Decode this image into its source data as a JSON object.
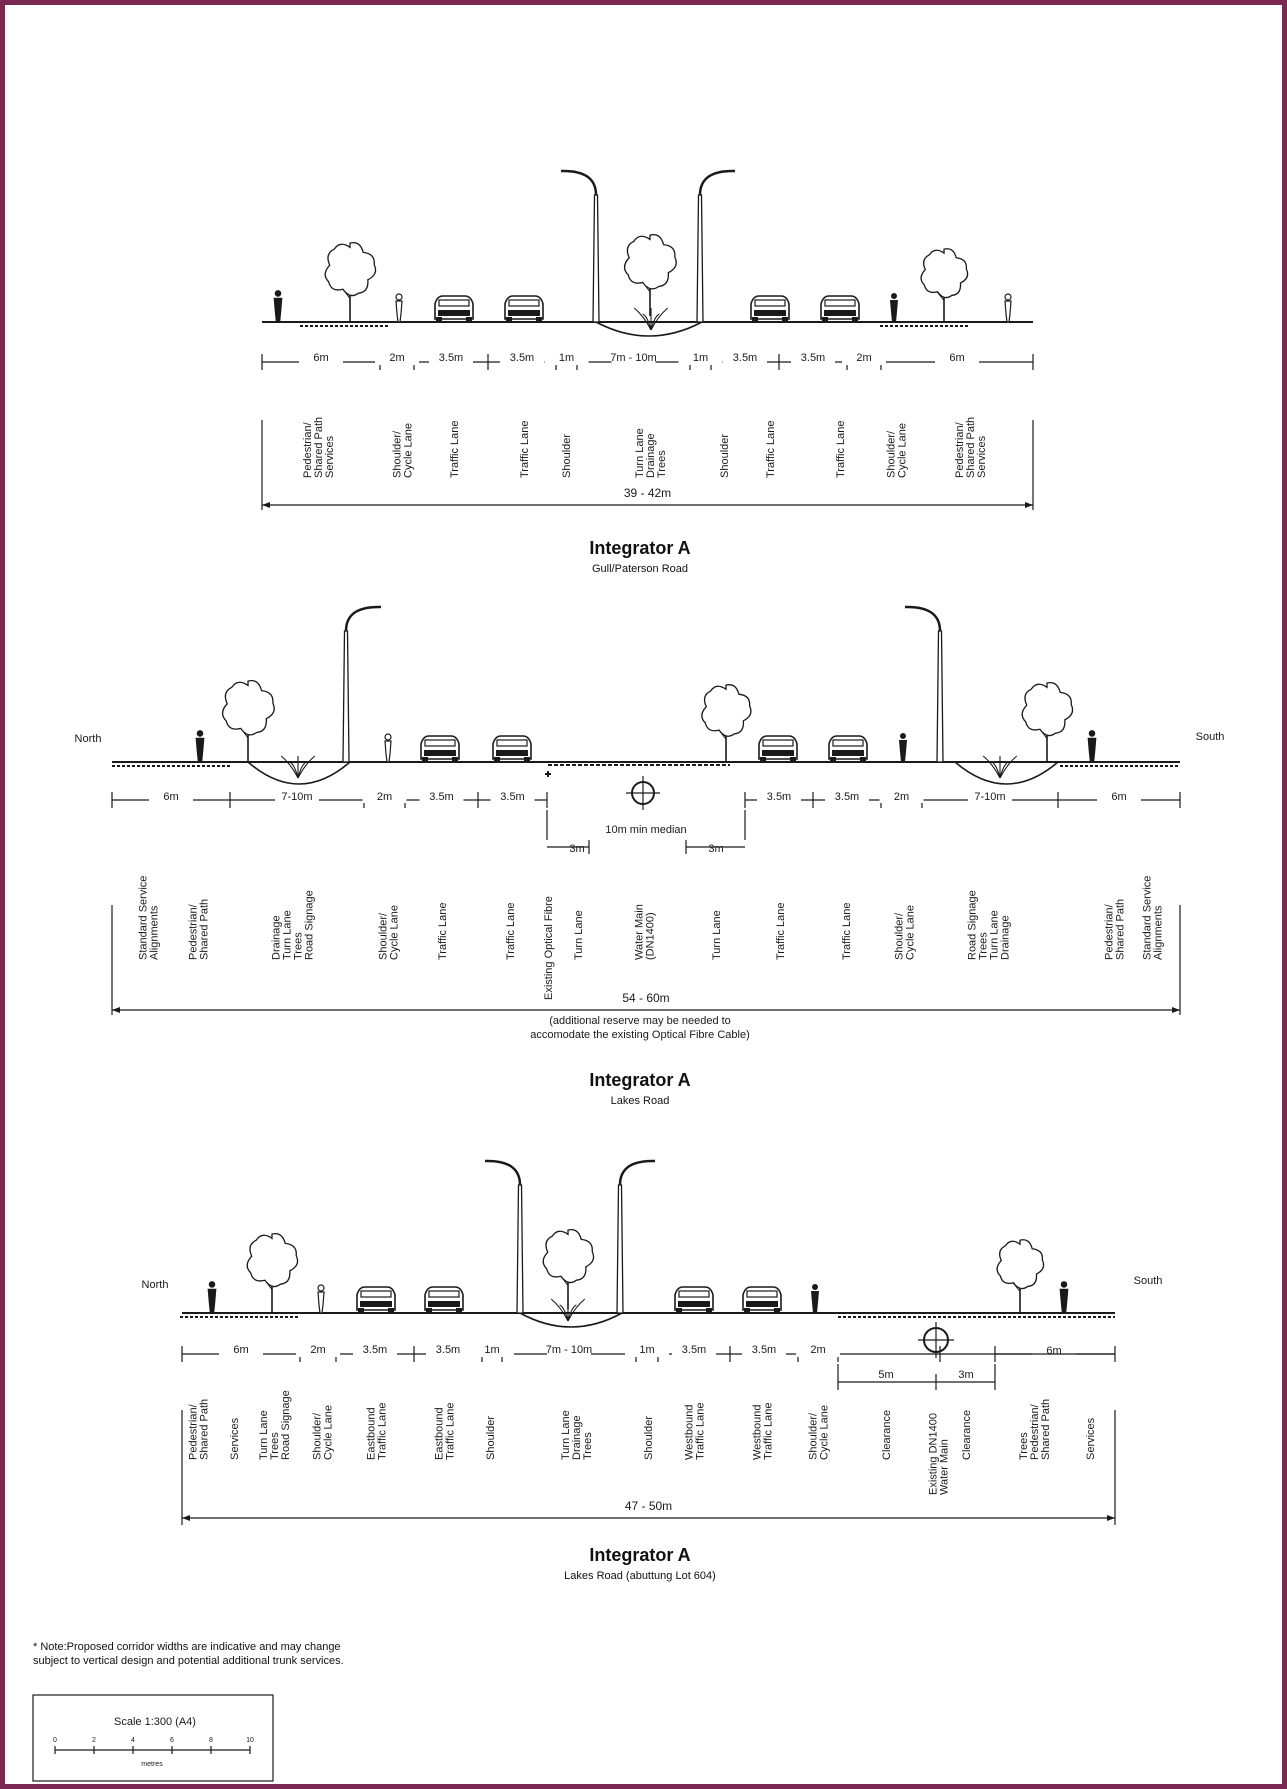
{
  "colors": {
    "border": "#7a2a52",
    "ink": "#1a1a1a"
  },
  "sections": [
    {
      "title": "Integrator A",
      "subtitle": "Gull/Paterson Road",
      "dims": [
        "6m",
        "2m",
        "3.5m",
        "3.5m",
        "1m",
        "7m - 10m",
        "1m",
        "3.5m",
        "3.5m",
        "2m",
        "6m"
      ],
      "labels": [
        "Pedestrian/\nShared Path\nServices",
        "Shoulder/\nCycle Lane",
        "Traffic Lane",
        "Traffic Lane",
        "Shoulder",
        "Turn Lane\nDrainage\nTrees",
        "Shoulder",
        "Traffic Lane",
        "Traffic Lane",
        "Shoulder/\nCycle Lane",
        "Pedestrian/\nShared Path\nServices"
      ],
      "total": "39 - 42m"
    },
    {
      "title": "Integrator A",
      "subtitle": "Lakes Road",
      "north": "North",
      "south": "South",
      "dims": [
        "6m",
        "7-10m",
        "2m",
        "3.5m",
        "3.5m",
        "3.5m",
        "3.5m",
        "2m",
        "7-10m",
        "6m"
      ],
      "median": "10m min median",
      "median_sub": [
        "3m",
        "3m"
      ],
      "labels": [
        "Standard Service\nAlignments",
        "Pedestrian/\nShared Path",
        "Drainage\nTurn Lane\nTrees\nRoad Signage",
        "Shoulder/\nCycle Lane",
        "Traffic Lane",
        "Traffic Lane",
        "Existing Optical Fibre",
        "Turn Lane",
        "Water Main\n(DN1400)",
        "Turn Lane",
        "Traffic Lane",
        "Traffic Lane",
        "Shoulder/\nCycle Lane",
        "Road Signage\nTrees\nTurn Lane\nDrainage",
        "Pedestrian/\nShared Path",
        "Standard Service\nAlignments"
      ],
      "total": "54 - 60m",
      "total_note": "(additional reserve may be needed to\naccomodate the existing Optical Fibre Cable)"
    },
    {
      "title": "Integrator A",
      "subtitle": "Lakes Road (abuttung Lot 604)",
      "north": "North",
      "south": "South",
      "dims": [
        "6m",
        "2m",
        "3.5m",
        "3.5m",
        "1m",
        "7m - 10m",
        "1m",
        "3.5m",
        "3.5m",
        "2m",
        "5m",
        "3m",
        "6m"
      ],
      "labels": [
        "Pedestrian/\nShared Path",
        "Services",
        "Turn Lane\nTrees\nRoad Signage",
        "Shoulder/\nCycle Lane",
        "Eastbound\nTraffic Lane",
        "Eastbound\nTraffic Lane",
        "Shoulder",
        "Turn Lane\nDrainage\nTrees",
        "Shoulder",
        "Westbound\nTraffic Lane",
        "Westbound\nTraffic Lane",
        "Shoulder/\nCycle Lane",
        "Clearance",
        "Existing DN1400\nWater Main",
        "Clearance",
        "Trees\nPedestrian/\nShared Path",
        "Services"
      ],
      "total": "47 - 50m"
    }
  ],
  "note": "* Note:Proposed corridor widths are indicative and may change\nsubject to vertical design and potential additional trunk services.",
  "scale": {
    "title": "Scale 1:300   (A4)",
    "ticks": [
      "0",
      "2",
      "4",
      "6",
      "8",
      "10"
    ],
    "unit": "metres"
  }
}
